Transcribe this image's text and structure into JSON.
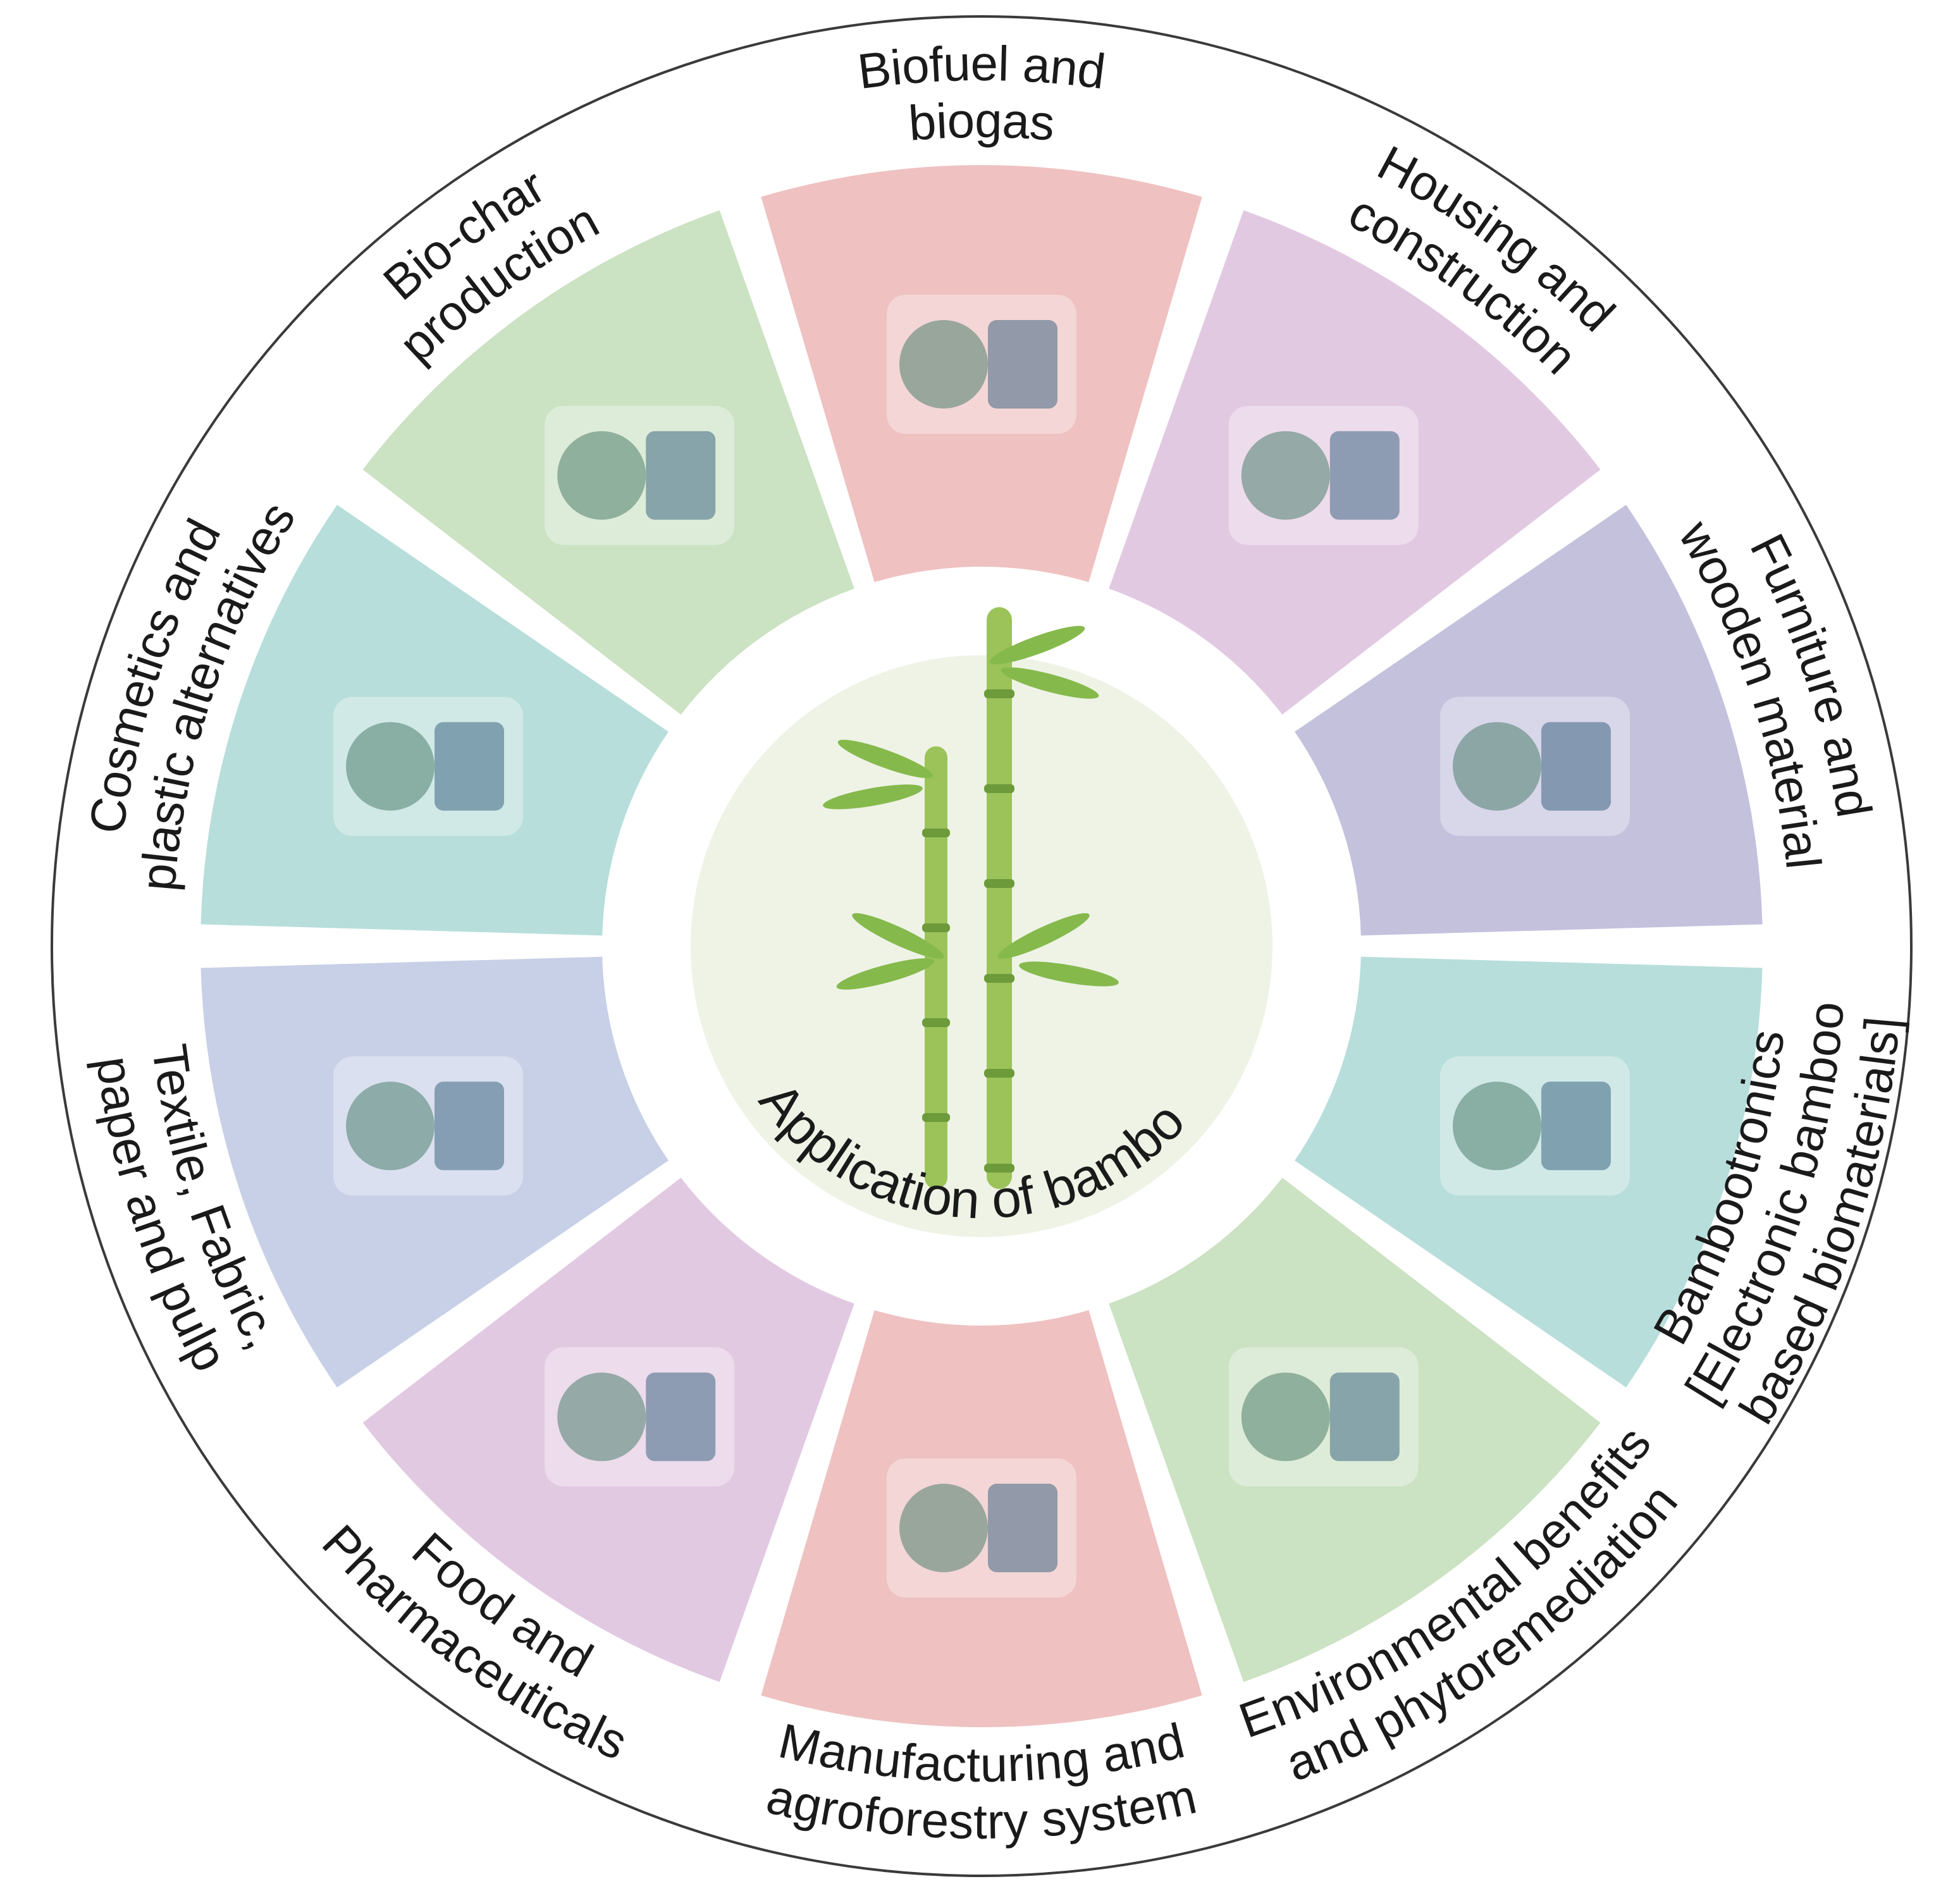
{
  "center": {
    "title": "Application of bamboo",
    "icon": "bamboo-icon"
  },
  "segments": [
    {
      "id": "biofuel",
      "lines": [
        "Biofuel and",
        "biogas"
      ],
      "color": "#efc1c1",
      "icon": "fuel-nozzle-leaf-icon"
    },
    {
      "id": "housing",
      "lines": [
        "Housing and",
        "construction"
      ],
      "color": "#e2c9e2",
      "icon": "house-icon"
    },
    {
      "id": "furniture",
      "lines": [
        "Furniture and",
        "wooden material"
      ],
      "color": "#c4c1dd",
      "icon": "table-chair-logs-icon"
    },
    {
      "id": "bambootronics",
      "lines": [
        "Bambootronics",
        "[Electronic bamboo",
        "based biomaterials]"
      ],
      "color": "#b7dedb",
      "icon": "microchip-icon"
    },
    {
      "id": "environment",
      "lines": [
        "Environmental benefits",
        "and phytoremediation"
      ],
      "color": "#cbe2c3",
      "icon": "trees-rain-icon"
    },
    {
      "id": "manufacturing",
      "lines": [
        "Manufacturing and",
        "agroforestry system"
      ],
      "color": "#efc1c1",
      "icon": "barn-factory-icon"
    },
    {
      "id": "food",
      "lines": [
        "Food and",
        "Pharmaceuticals"
      ],
      "color": "#e2c9e2",
      "icon": "bamboo-shoot-pills-icon"
    },
    {
      "id": "textile",
      "lines": [
        "Textile, Fabric,",
        "paper and pulp"
      ],
      "color": "#c7d0e6",
      "icon": "shirt-notebook-icon"
    },
    {
      "id": "cosmetics",
      "lines": [
        "Cosmetics and",
        "plastic alternatives"
      ],
      "color": "#b7dedb",
      "icon": "toothbrush-tube-icon"
    },
    {
      "id": "biochar",
      "lines": [
        "Bio-char",
        "production"
      ],
      "color": "#cbe2c3",
      "icon": "charcoal-pile-icon"
    }
  ]
}
